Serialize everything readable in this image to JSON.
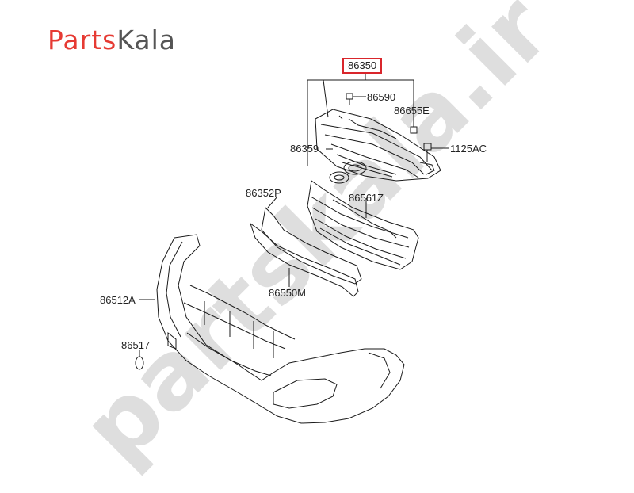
{
  "brand": {
    "part1": "Parts",
    "part2": "Kala"
  },
  "watermark": "partskala.ir",
  "colors": {
    "brand_red": "#e63a33",
    "brand_gray": "#555555",
    "box_red": "#d9262c",
    "watermark": "#d9d9d9"
  },
  "parts": {
    "p86350": "86350",
    "p86590": "86590",
    "p86655E": "86655E",
    "p86359": "86359",
    "p1125AC": "1125AC",
    "p86352P": "86352P",
    "p86561Z": "86561Z",
    "p86550M": "86550M",
    "p86512A": "86512A",
    "p86517": "86517"
  }
}
